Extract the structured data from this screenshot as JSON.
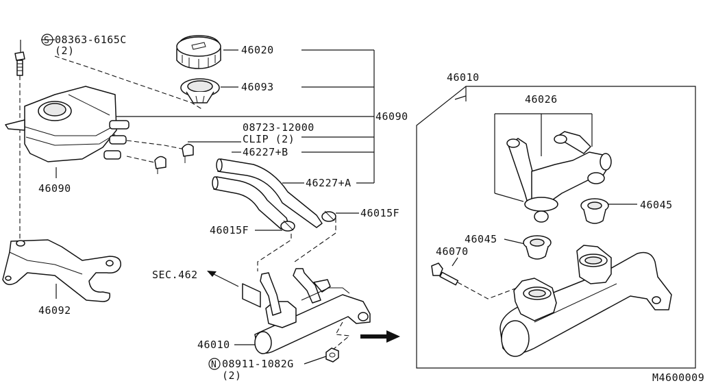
{
  "diagram": {
    "id_code": "M4600009",
    "callouts": {
      "bolt_screw": "08363-6165C",
      "bolt_screw_prefix": "S",
      "bolt_screw_qty": "(2)",
      "cap": "46020",
      "strainer": "46093",
      "reservoir_assy": "46090",
      "clip_part": "08723-12000",
      "clip_name": "CLIP (2)",
      "hose_b": "46227+B",
      "hose_a": "46227+A",
      "reservoir": "46090",
      "bracket": "46092",
      "hose_clamp_left": "46015F",
      "hose_clamp_right": "46015F",
      "sec_ref": "SEC.462",
      "master_cylinder": "46010",
      "nut": "08911-1082G",
      "nut_prefix": "N",
      "nut_qty": "(2)",
      "detail_master_cylinder": "46010",
      "detail_reservoir_tank": "46026",
      "detail_grommet_right": "46045",
      "detail_grommet_left": "46045",
      "detail_pin": "46070"
    }
  }
}
